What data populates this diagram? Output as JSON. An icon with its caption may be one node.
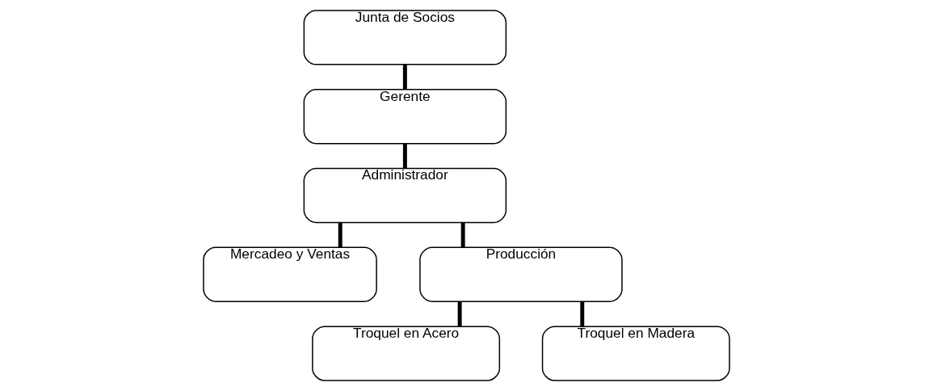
{
  "diagram": {
    "nodes": [
      {
        "text": [
          "Junta de Socios"
        ]
      },
      {
        "text": [
          "Gerente"
        ]
      },
      {
        "text": [
          "Administrador"
        ]
      },
      {
        "text": [
          "Mercadeo y Ventas"
        ]
      },
      {
        "text": [
          "Producción"
        ]
      },
      {
        "text": [
          "Troquel en Acero"
        ]
      },
      {
        "text": [
          "Troquel en Madera"
        ]
      }
    ],
    "edges": [
      {
        "from": 0,
        "to": 1,
        "arrow": "none"
      },
      {
        "from": 1,
        "to": 2,
        "arrow": "none"
      },
      {
        "from": 2,
        "to": 3,
        "arrow": "none"
      },
      {
        "from": 2,
        "to": 4,
        "arrow": "none"
      },
      {
        "from": 4,
        "to": 5,
        "arrow": "none"
      },
      {
        "from": 4,
        "to": 6,
        "arrow": "none"
      }
    ]
  }
}
